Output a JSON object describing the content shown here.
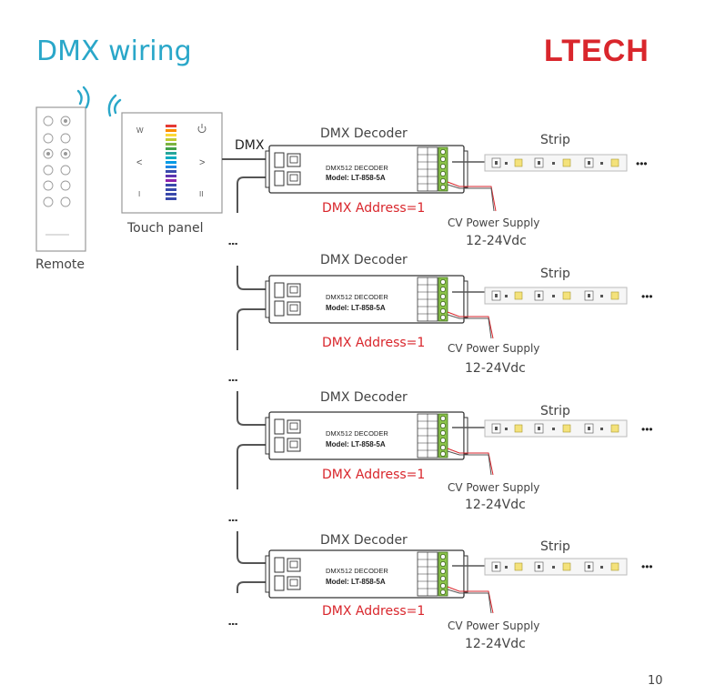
{
  "title": "DMX wiring",
  "brand": "LTECH",
  "page_number": "10",
  "remote": {
    "label": "Remote"
  },
  "touch_panel": {
    "label": "Touch panel",
    "w": "W",
    "left": "<",
    "right": ">",
    "off": "I",
    "on": "II"
  },
  "dmx_label": "DMX",
  "decoders": [
    {
      "header": "DMX Decoder",
      "line1": "DMX512 DECODER",
      "line2": "Model: LT-858-5A",
      "address": "DMX Address=1",
      "strip": "Strip",
      "supply": "CV Power Supply",
      "voltage": "12-24Vdc",
      "more": "•••"
    },
    {
      "header": "DMX Decoder",
      "line1": "DMX512 DECODER",
      "line2": "Model: LT-858-5A",
      "address": "DMX Address=1",
      "strip": "Strip",
      "supply": "CV Power Supply",
      "voltage": "12-24Vdc",
      "more": "•••"
    },
    {
      "header": "DMX Decoder",
      "line1": "DMX512 DECODER",
      "line2": "Model: LT-858-5A",
      "address": "DMX Address=1",
      "strip": "Strip",
      "supply": "CV Power Supply",
      "voltage": "12-24Vdc",
      "more": "•••"
    },
    {
      "header": "DMX Decoder",
      "line1": "DMX512 DECODER",
      "line2": "Model: LT-858-5A",
      "address": "DMX Address=1",
      "strip": "Strip",
      "supply": "CV Power Supply",
      "voltage": "12-24Vdc",
      "more": "•••"
    }
  ],
  "colors": {
    "title": "#2aa7c9",
    "brand": "#d9262c",
    "address": "#d9262c",
    "text": "#444444",
    "wire": "#555555"
  }
}
